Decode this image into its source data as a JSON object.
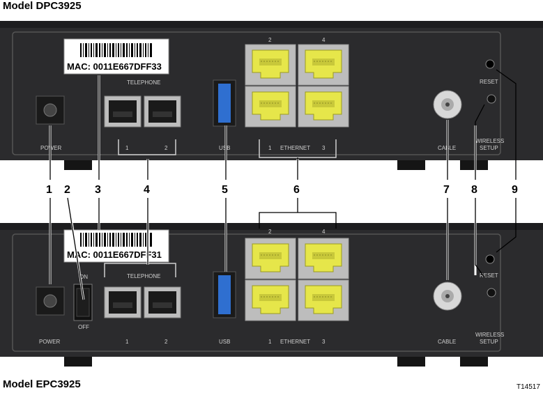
{
  "titles": {
    "top": "Model DPC3925",
    "bottom": "Model EPC3925"
  },
  "ref_code": "T14517",
  "top": {
    "mac": "MAC: 0011E667DFF33",
    "labels": {
      "telephone": "TELEPHONE",
      "power": "POWER",
      "tel1": "1",
      "tel2": "2",
      "usb": "USB",
      "eth1": "1",
      "ethernet": "ETHERNET",
      "eth3": "3",
      "eth2": "2",
      "eth4": "4",
      "cable": "CABLE",
      "reset": "RESET",
      "wireless": "WIRELESS",
      "setup": "SETUP"
    }
  },
  "bottom": {
    "mac": "MAC: 0011E667DFF31",
    "labels": {
      "telephone": "TELEPHONE",
      "power": "POWER",
      "on": "ON",
      "off": "OFF",
      "tel1": "1",
      "tel2": "2",
      "usb": "USB",
      "eth1": "1",
      "ethernet": "ETHERNET",
      "eth3": "3",
      "eth2": "2",
      "eth4": "4",
      "cable": "CABLE",
      "reset": "RESET",
      "wireless": "WIRELESS",
      "setup": "SETUP"
    }
  },
  "callouts": [
    "1",
    "2",
    "3",
    "4",
    "5",
    "6",
    "7",
    "8",
    "9"
  ],
  "colors": {
    "panel": "#2b2b2d",
    "ethernet": "#e6e64a",
    "usb": "#2f6fd0",
    "port_frame": "#bdbdbd"
  }
}
